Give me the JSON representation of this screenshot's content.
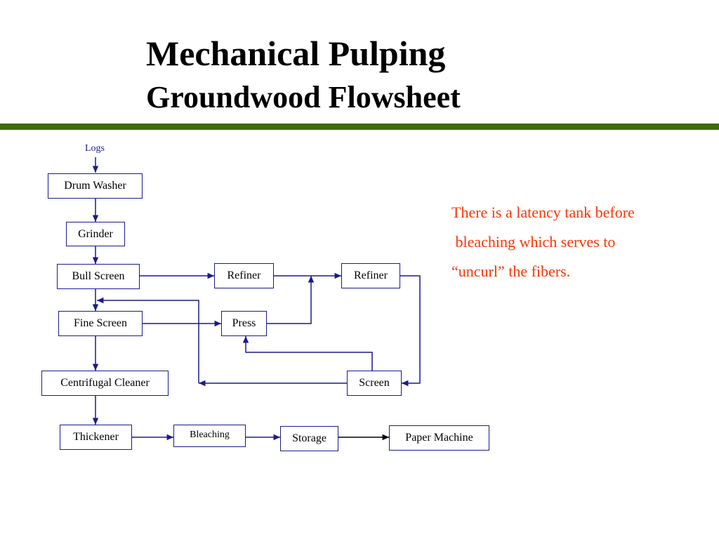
{
  "title": {
    "line1": "Mechanical Pulping",
    "line2": "Groundwood Flowsheet"
  },
  "colors": {
    "accent_bar": "#3f6b12",
    "box_border": "#1a1a8c",
    "note_text": "#ff3300"
  },
  "diagram": {
    "input_label": "Logs",
    "nodes": {
      "drum_washer": "Drum Washer",
      "grinder": "Grinder",
      "bull_screen": "Bull Screen",
      "refiner_1": "Refiner",
      "refiner_2": "Refiner",
      "fine_screen": "Fine Screen",
      "press": "Press",
      "centrifugal_cleaner": "Centrifugal Cleaner",
      "screen": "Screen",
      "thickener": "Thickener",
      "bleaching": "Bleaching",
      "storage": "Storage",
      "paper_machine": "Paper Machine"
    }
  },
  "note": {
    "line1": "There is a latency tank before",
    "line2": " bleaching which serves to",
    "line3": "“uncurl” the fibers."
  }
}
